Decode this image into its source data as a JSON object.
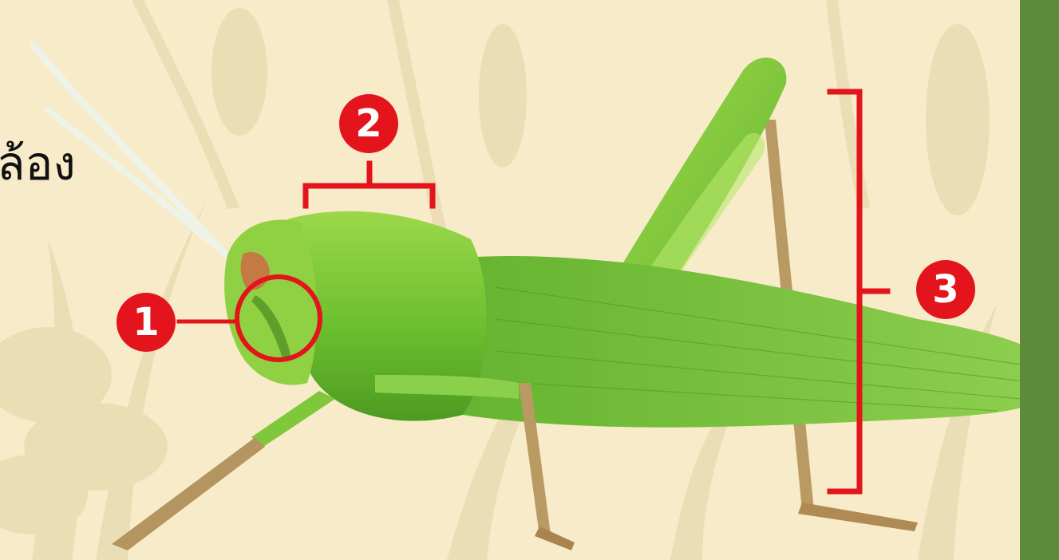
{
  "partial_heading": "ล้อง",
  "labels": [
    {
      "number": "1"
    },
    {
      "number": "2"
    },
    {
      "number": "3"
    }
  ],
  "colors": {
    "background": "#f7ebc9",
    "marker_red": "#e3141b",
    "grasshopper_green": "#7cc83a",
    "side_band": "#5e8a3c"
  }
}
